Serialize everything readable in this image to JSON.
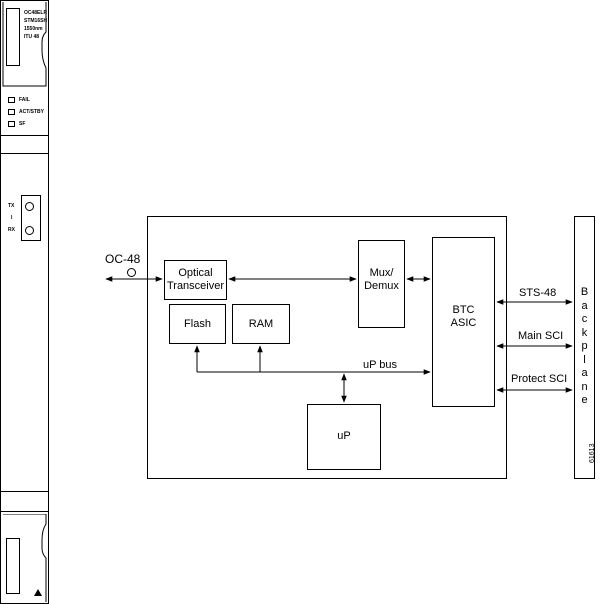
{
  "faceplate": {
    "card_name_lines": [
      "OC48ELR",
      "STM16SH",
      "1550nm",
      "ITU 48"
    ],
    "leds": [
      {
        "label": "FAIL"
      },
      {
        "label": "ACT/STBY"
      },
      {
        "label": "SF"
      }
    ],
    "ports": {
      "tx": "TX",
      "separator": "I",
      "rx": "RX"
    }
  },
  "diagram": {
    "input_label": "OC-48",
    "blocks": {
      "optical": [
        "Optical",
        "Transceiver"
      ],
      "mux": [
        "Mux/",
        "Demux"
      ],
      "btc": [
        "BTC",
        "ASIC"
      ],
      "flash": "Flash",
      "ram": "RAM",
      "up": "uP"
    },
    "bus_label": "uP bus",
    "signals": {
      "sts48": "STS-48",
      "main_sci": "Main SCI",
      "protect_sci": "Protect SCI"
    },
    "backplane_letters": [
      "B",
      "a",
      "c",
      "k",
      "p",
      "l",
      "a",
      "n",
      "e"
    ],
    "figure_id": "61613"
  }
}
